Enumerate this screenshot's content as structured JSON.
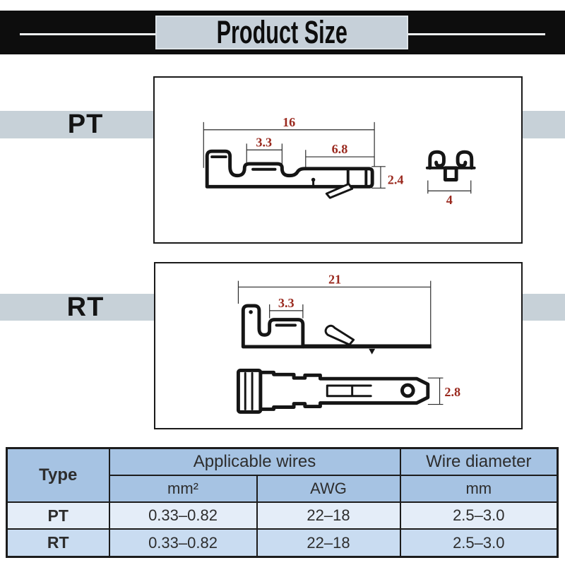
{
  "title": {
    "label": "Product Size"
  },
  "sections": [
    {
      "label": "PT",
      "dims": {
        "total_length": "16",
        "slot_width": "3.3",
        "tail_length": "6.8",
        "tail_height": "2.4",
        "end_width": "4"
      }
    },
    {
      "label": "RT",
      "dims": {
        "total_length": "21",
        "slot_width": "3.3",
        "pin_height": "2.8"
      }
    }
  ],
  "table": {
    "headers": {
      "type": "Type",
      "applicable_wires": "Applicable wires",
      "wire_diameter": "Wire diameter",
      "mm2": "mm²",
      "awg": "AWG",
      "mm": "mm"
    },
    "rows": [
      {
        "type": "PT",
        "mm2": "0.33–0.82",
        "awg": "22–18",
        "mm": "2.5–3.0"
      },
      {
        "type": "RT",
        "mm2": "0.33–0.82",
        "awg": "22–18",
        "mm": "2.5–3.0"
      }
    ]
  },
  "colors": {
    "header_bar": "#0d0d0d",
    "title_panel": "#c6d0d9",
    "section_band": "#c7d1d8",
    "dimension_text": "#9a291e",
    "drawing_stroke": "#151515",
    "table_header_bg": "#a6c3e3",
    "table_row_pt_bg": "#e4edf8",
    "table_row_rt_bg": "#c9dcf1",
    "table_border": "#1c1c1c"
  }
}
